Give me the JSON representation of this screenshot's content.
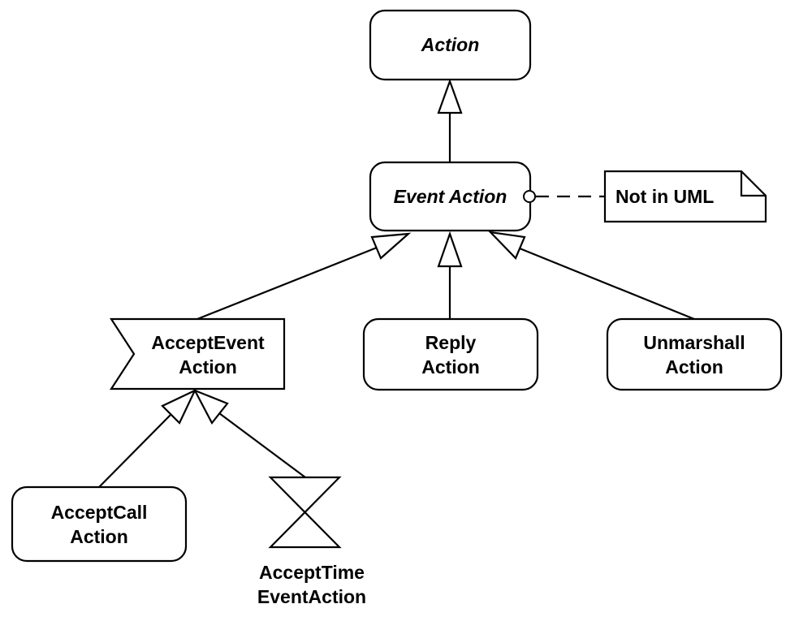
{
  "diagram": {
    "nodes": {
      "action": {
        "label": "Action"
      },
      "event_action": {
        "label": "Event Action"
      },
      "accept_event_action": {
        "line1": "AcceptEvent",
        "line2": "Action"
      },
      "reply_action": {
        "line1": "Reply",
        "line2": "Action"
      },
      "unmarshall_action": {
        "line1": "Unmarshall",
        "line2": "Action"
      },
      "accept_call_action": {
        "line1": "AcceptCall",
        "line2": "Action"
      },
      "accept_time_event_action": {
        "line1": "AcceptTime",
        "line2": "EventAction"
      }
    },
    "note": {
      "text": "Not in UML"
    }
  }
}
